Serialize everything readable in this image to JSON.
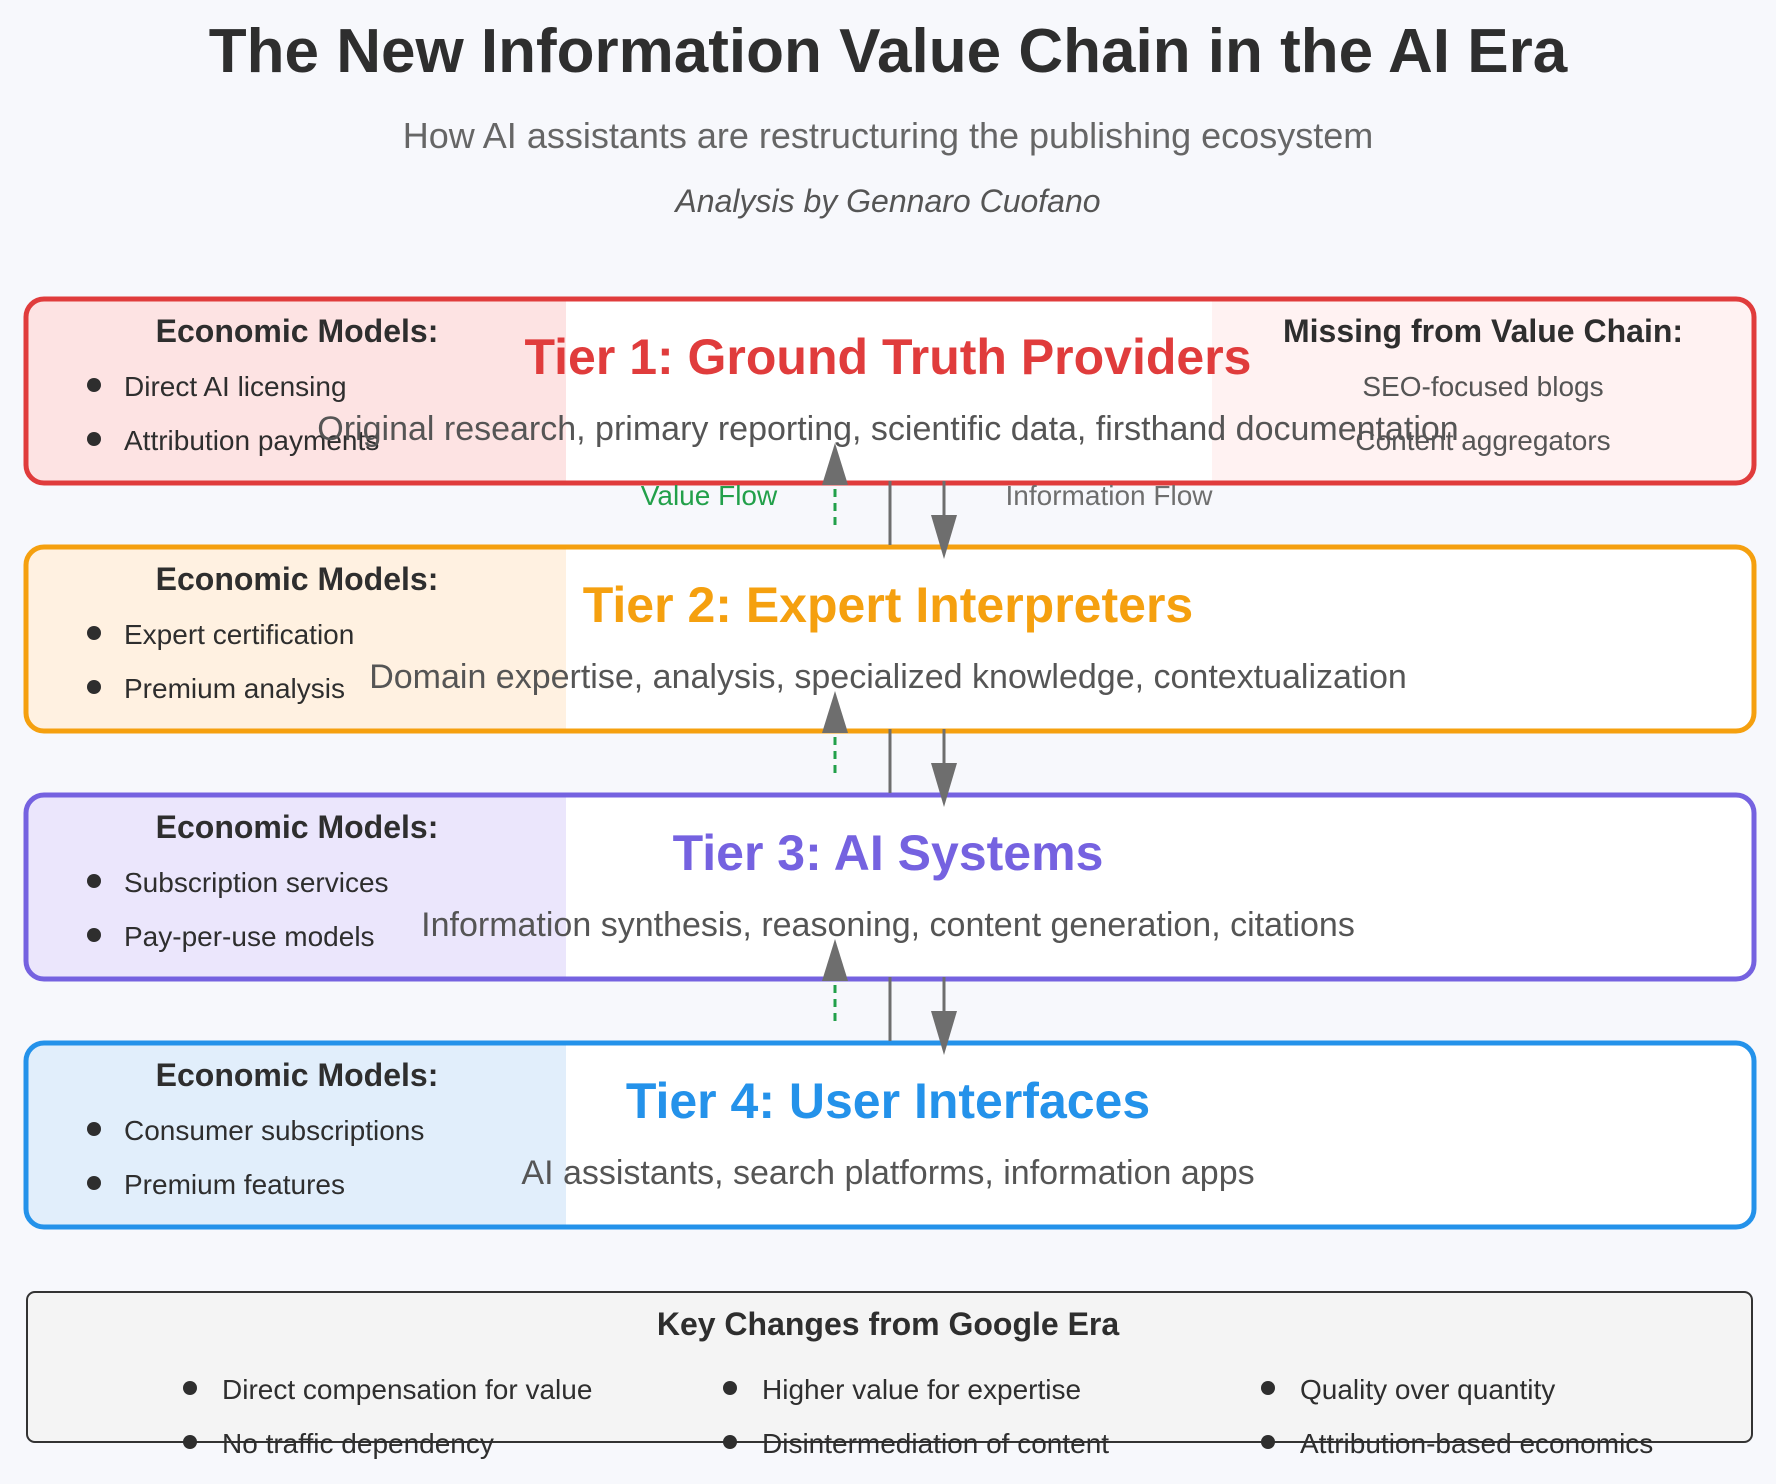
{
  "header": {
    "title": "The New Information Value Chain in the AI Era",
    "subtitle": "How AI assistants are restructuring the publishing ecosystem",
    "author": "Analysis by Gennaro Cuofano"
  },
  "tiers": [
    {
      "name": "Tier 1: Ground Truth Providers",
      "description": "Original research, primary reporting, scientific data, firsthand documentation",
      "color": "#e03c3c",
      "tint": "#fde3e3",
      "economic_models_heading": "Economic Models:",
      "economic_models": [
        "Direct AI licensing",
        "Attribution payments"
      ]
    },
    {
      "name": "Tier 2: Expert Interpreters",
      "description": "Domain expertise, analysis, specialized knowledge, contextualization",
      "color": "#f5a00f",
      "tint": "#fff1e1",
      "economic_models_heading": "Economic Models:",
      "economic_models": [
        "Expert certification",
        "Premium analysis"
      ]
    },
    {
      "name": "Tier 3: AI Systems",
      "description": "Information synthesis, reasoning, content generation, citations",
      "color": "#7562e0",
      "tint": "#ebe6fc",
      "economic_models_heading": "Economic Models:",
      "economic_models": [
        "Subscription services",
        "Pay-per-use models"
      ]
    },
    {
      "name": "Tier 4: User Interfaces",
      "description": "AI assistants, search platforms, information apps",
      "color": "#2492ea",
      "tint": "#e1eefb",
      "economic_models_heading": "Economic Models:",
      "economic_models": [
        "Consumer subscriptions",
        "Premium features"
      ]
    }
  ],
  "missing": {
    "heading": "Missing from Value Chain:",
    "items": [
      "SEO-focused blogs",
      "Content aggregators"
    ],
    "tint": "#fff2f2"
  },
  "flows": {
    "value_label": "Value Flow",
    "information_label": "Information Flow",
    "value_color": "#22a04a",
    "information_color": "#6e6e6e"
  },
  "key_changes": {
    "heading": "Key Changes from Google Era",
    "columns": [
      [
        "Direct compensation for value",
        "No traffic dependency"
      ],
      [
        "Higher value for expertise",
        "Disintermediation of content"
      ],
      [
        "Quality over quantity",
        "Attribution-based economics"
      ]
    ]
  }
}
